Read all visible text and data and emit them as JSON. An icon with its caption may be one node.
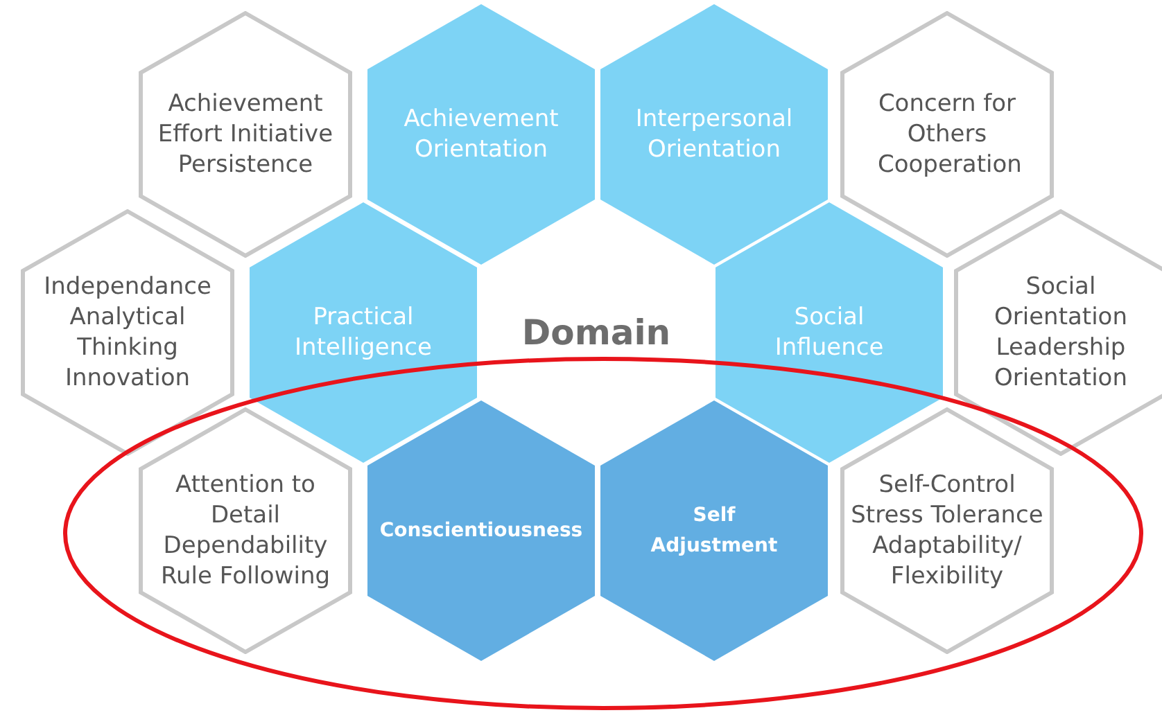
{
  "diagram": {
    "nodes": [
      {
        "text": [
          "Achievement Effort Initiative Persistence"
        ]
      },
      {
        "text": [
          "Achievement Orientation"
        ]
      },
      {
        "text": [
          "Interpersonal Orientation"
        ]
      },
      {
        "text": [
          "Concern for Others Cooperation"
        ]
      },
      {
        "text": [
          "Independance Analytical Thinking Innovation"
        ]
      },
      {
        "text": [
          "Practical Intelligence"
        ]
      },
      {
        "text": [
          "Social Influence"
        ]
      },
      {
        "text": [
          "Social Orientation Leadership Orientation"
        ]
      },
      {
        "text": [
          "Attention to Detail Dependability Rule Following"
        ]
      },
      {
        "text": [
          "Conscientiousness"
        ]
      },
      {
        "text": [
          "Self Adjustment"
        ]
      },
      {
        "text": [
          "Self-Control Stress Tolerance Adaptability/ Flexibility"
        ]
      }
    ],
    "edges": [],
    "labels": [
      "Domain"
    ]
  }
}
